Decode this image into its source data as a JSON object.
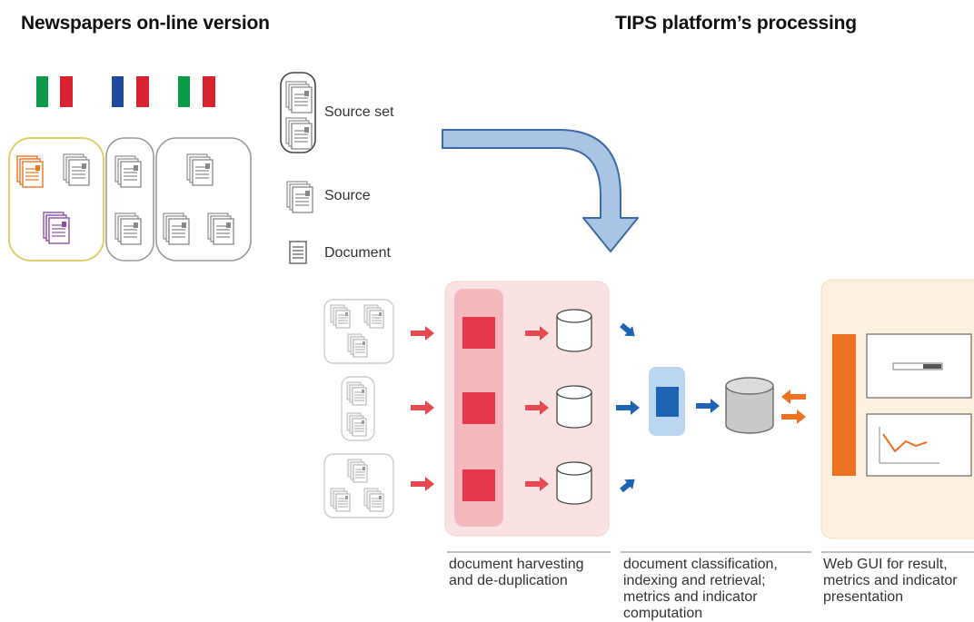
{
  "headings": {
    "left": "Newspapers on-line version",
    "right": "TIPS platform’s processing"
  },
  "flags": [
    "Italy",
    "France",
    "Italy"
  ],
  "legend": {
    "source_set": "Source set",
    "source": "Source",
    "document": "Document"
  },
  "captions": {
    "harvesting": [
      "document harvesting",
      "and de-duplication"
    ],
    "classification": [
      "document classification,",
      "indexing and retrieval;",
      "metrics and indicator",
      "computation"
    ],
    "gui": [
      "Web GUI for result,",
      "metrics and indicator",
      "presentation"
    ]
  },
  "colors": {
    "red_arrow": "#e8484f",
    "red_block": "#e5384a",
    "blue": "#1f63b3",
    "orange": "#ee7122",
    "harvest_panel": "#fbe2e2",
    "gui_panel": "#fdf0df",
    "big_arrow": "#a9c5e4",
    "flag_green": "#0a9a48",
    "flag_red": "#d7232f",
    "flag_blue": "#1f4aa0",
    "doc_orange": "#ea7524",
    "doc_purple": "#8e4ea8"
  }
}
